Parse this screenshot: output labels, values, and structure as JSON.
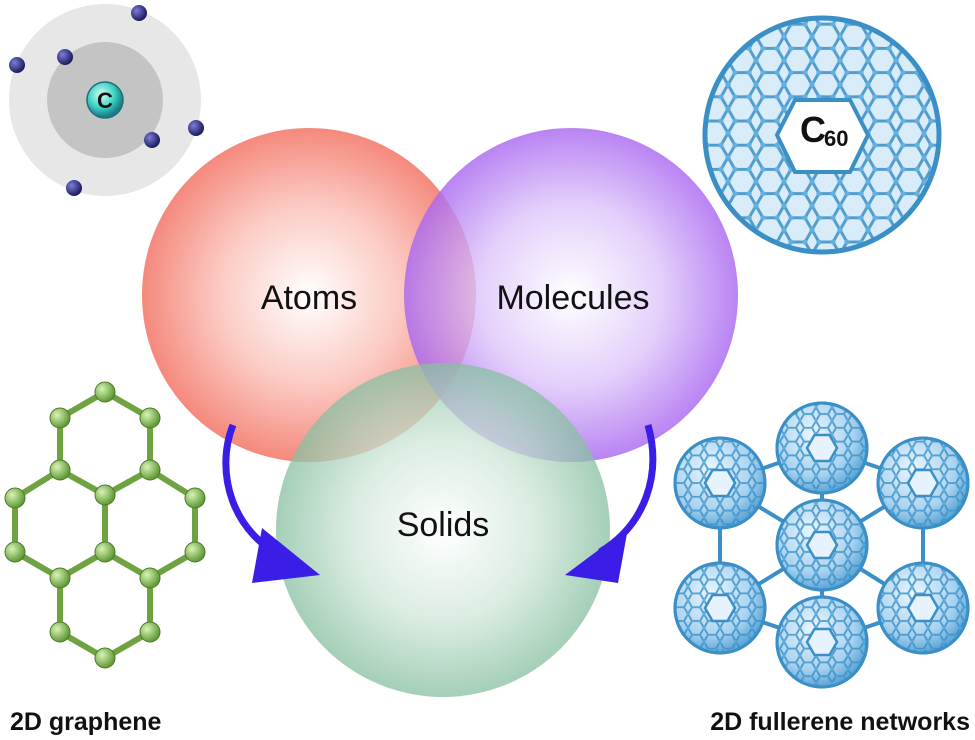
{
  "venn": {
    "atoms_label": "Atoms",
    "molecules_label": "Molecules",
    "solids_label": "Solids",
    "atoms_color": "#f47c6e",
    "molecules_color": "#b076f0",
    "solids_color": "#8fc4a8"
  },
  "atom": {
    "symbol": "C"
  },
  "fullerene": {
    "symbol": "C",
    "subscript": "60"
  },
  "captions": {
    "graphene": "2D graphene",
    "networks": "2D fullerene networks"
  },
  "colors": {
    "arrow": "#3a1ee8",
    "graphene": "#6fa342",
    "fullerene": "#3a8fc6",
    "electron": "#23236e"
  }
}
